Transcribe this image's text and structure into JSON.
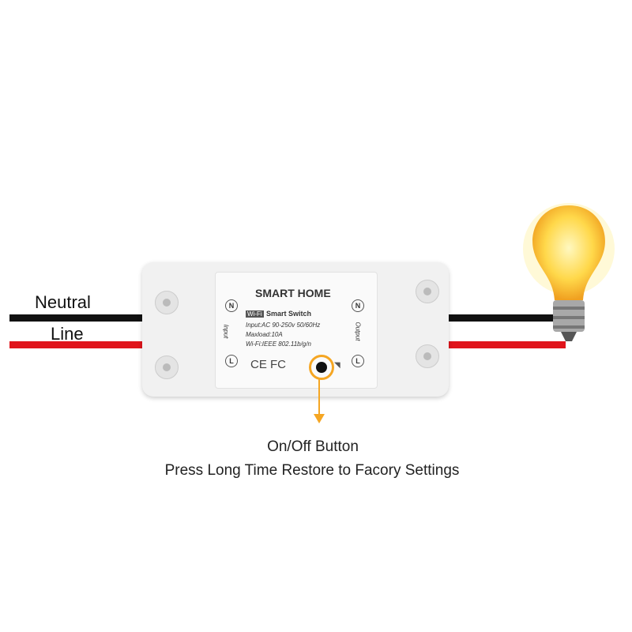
{
  "wires": {
    "neutral_label": "Neutral",
    "line_label": "Line",
    "neutral_color": "#111111",
    "line_color": "#e0141b"
  },
  "device": {
    "brand": "SMART HOME",
    "wifi_badge": "Wi-Fi",
    "subtitle": "Smart Switch",
    "spec_input": "Input:AC 90-250v 50/60Hz",
    "spec_maxload": "Maxload:10A",
    "spec_wifi": "Wi-Fi:IEEE 802.11b/g/n",
    "input_label": "Input",
    "output_label": "Output",
    "terminal_n": "N",
    "terminal_l": "L",
    "certs": "CE FC"
  },
  "callout": {
    "title": "On/Off Button",
    "description": "Press Long Time Restore to Facory Settings",
    "color": "#f5a623"
  }
}
